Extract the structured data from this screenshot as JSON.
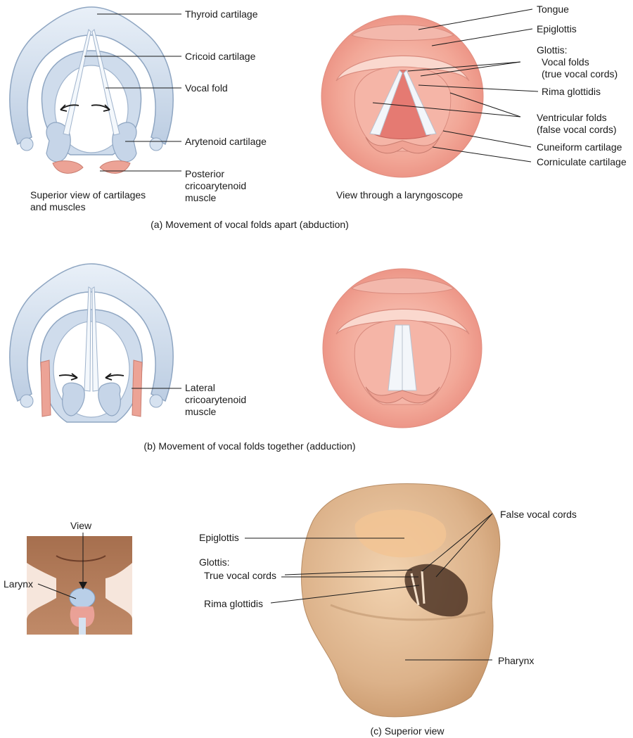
{
  "panel_a": {
    "caption": "(a) Movement of vocal folds apart (abduction)",
    "left_caption": "Superior view of cartilages\nand muscles",
    "right_caption": "View through a laryngoscope",
    "left_labels": {
      "thyroid": "Thyroid cartilage",
      "cricoid": "Cricoid cartilage",
      "vocal_fold": "Vocal fold",
      "arytenoid": "Arytenoid cartilage",
      "posterior": "Posterior\ncricoarytenoid\nmuscle"
    },
    "right_labels": {
      "tongue": "Tongue",
      "epiglottis": "Epiglottis",
      "glottis_heading": "Glottis:",
      "vocal_folds": "Vocal folds\n(true vocal cords)",
      "rima": "Rima glottidis",
      "ventricular": "Ventricular folds\n(false vocal cords)",
      "cuneiform": "Cuneiform cartilage",
      "corniculate": "Corniculate cartilage"
    }
  },
  "panel_b": {
    "caption": "(b) Movement of vocal folds together (adduction)",
    "lateral": "Lateral\ncricoarytenoid\nmuscle"
  },
  "panel_c": {
    "caption": "(c) Superior view",
    "view": "View",
    "larynx": "Larynx",
    "epiglottis": "Epiglottis",
    "glottis_heading": "Glottis:",
    "true_vocal": "True vocal cords",
    "rima": "Rima glottidis",
    "false_vocal": "False vocal cords",
    "pharynx": "Pharynx"
  },
  "colors": {
    "cartilage": "#d3e0ef",
    "cartilage_edge": "#8fa6c2",
    "mucosa": "#f1a196",
    "mucosa_light": "#f8c4b8",
    "muscle": "#e8a59a",
    "specimen": "#dfb58f",
    "skin": "#b98260"
  }
}
